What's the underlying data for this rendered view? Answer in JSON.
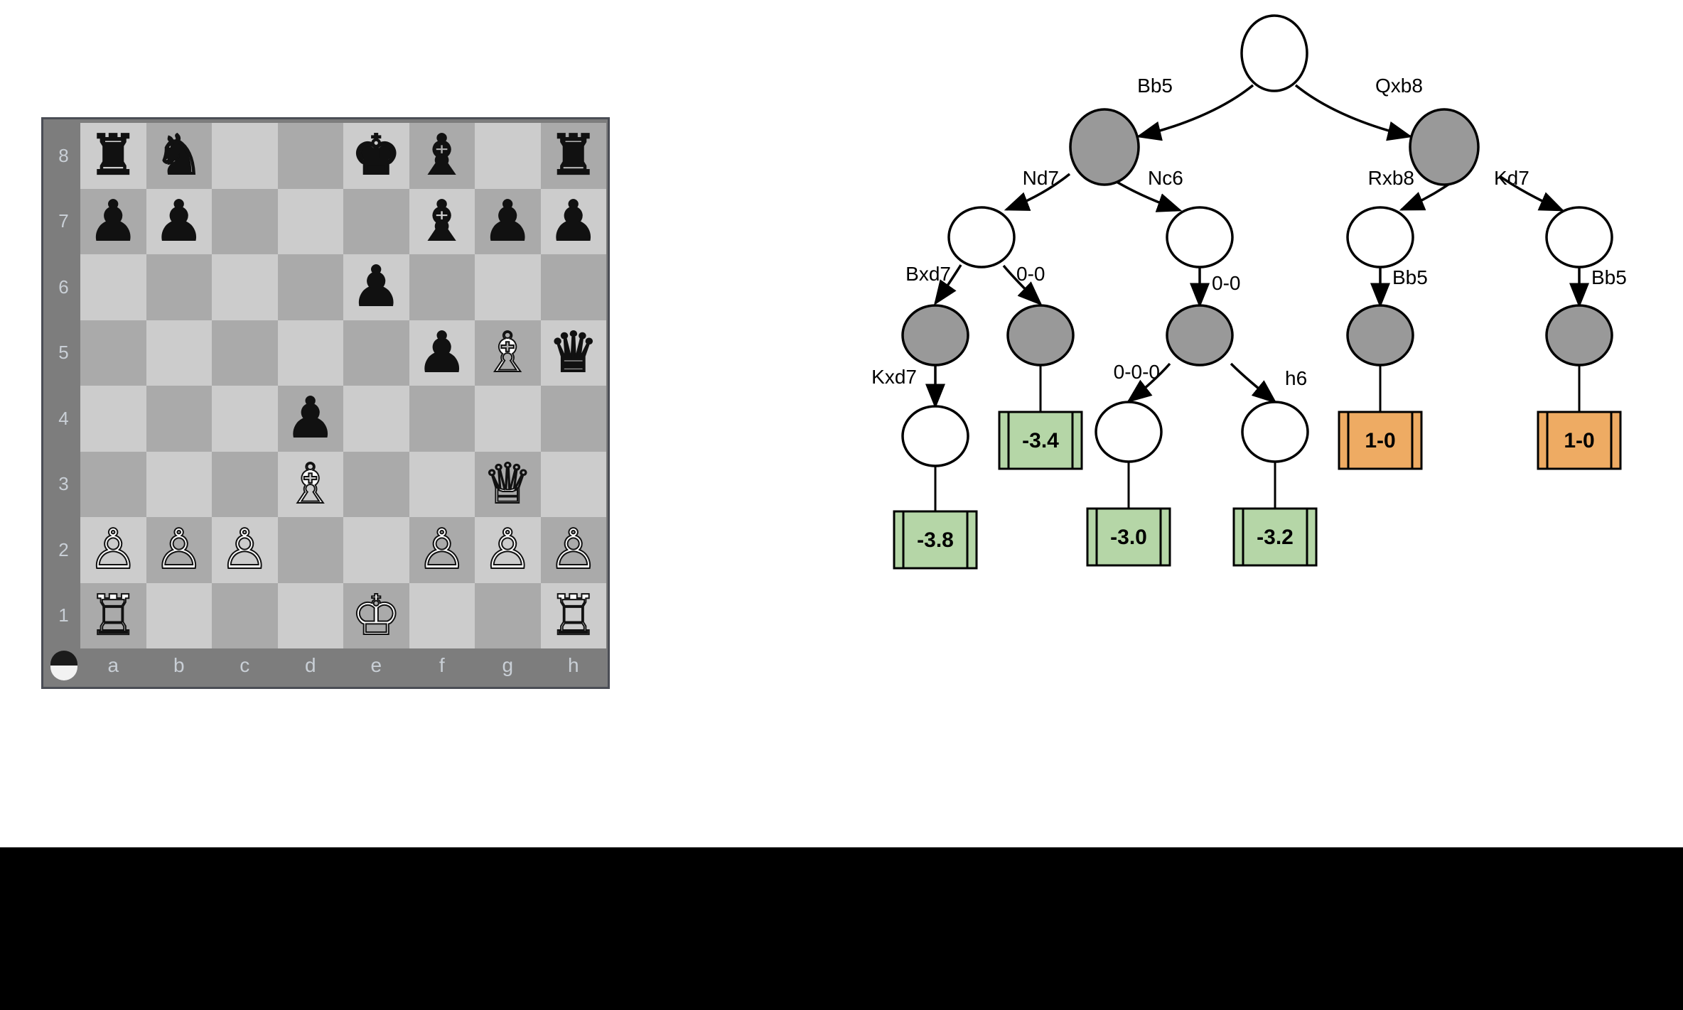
{
  "board": {
    "files": [
      "a",
      "b",
      "c",
      "d",
      "e",
      "f",
      "g",
      "h"
    ],
    "ranks": [
      "8",
      "7",
      "6",
      "5",
      "4",
      "3",
      "2",
      "1"
    ],
    "side_to_move": "black",
    "squares": [
      [
        "r",
        "n",
        "",
        "",
        "k",
        "b",
        "",
        "r"
      ],
      [
        "p",
        "p",
        "",
        "",
        "",
        "b",
        "p",
        "p"
      ],
      [
        "",
        "",
        "",
        "",
        "p",
        "",
        "",
        ""
      ],
      [
        "",
        "",
        "",
        "",
        "",
        "p",
        "B",
        "q"
      ],
      [
        "",
        "",
        "",
        "p",
        "",
        "",
        "",
        ""
      ],
      [
        "",
        "",
        "",
        "B",
        "",
        "",
        "Q",
        ""
      ],
      [
        "P",
        "P",
        "P",
        "",
        "",
        "P",
        "P",
        "P"
      ],
      [
        "R",
        "",
        "",
        "",
        "K",
        "",
        "",
        "R"
      ]
    ],
    "glyphs": {
      "K": "♔",
      "Q": "♕",
      "R": "♖",
      "B": "♗",
      "N": "♘",
      "P": "♙",
      "k": "♚",
      "q": "♛",
      "r": "♜",
      "b": "♝",
      "n": "♞",
      "p": "♟"
    }
  },
  "tree": {
    "colors": {
      "white_node": "#ffffff",
      "gray_node": "#999999",
      "green_leaf": "#b5d6a7",
      "orange_leaf": "#eeab63",
      "stroke": "#000000"
    },
    "nodes": {
      "root": "",
      "n_bb5": "",
      "n_qxb8": "",
      "n_nd7": "",
      "n_nc6": "",
      "n_rxb8": "",
      "n_kd7": "",
      "n_bxd7": "",
      "n_00_left": "",
      "n_00_mid": "",
      "n_bb5_r1": "",
      "n_bb5_r2": "",
      "n_kxd7": "",
      "n_000": "",
      "n_h6": ""
    },
    "edge_labels": {
      "bb5": "Bb5",
      "qxb8": "Qxb8",
      "nd7": "Nd7",
      "nc6": "Nc6",
      "rxb8": "Rxb8",
      "kd7": "Kd7",
      "bxd7": "Bxd7",
      "castle_left": "0-0",
      "castle_mid": "0-0",
      "bb5_r1": "Bb5",
      "bb5_r2": "Bb5",
      "kxd7": "Kxd7",
      "castle_long": "0-0-0",
      "h6": "h6"
    },
    "leaves": {
      "v_38": "-3.8",
      "v_34": "-3.4",
      "v_30": "-3.0",
      "v_32": "-3.2",
      "res_1": "1-0",
      "res_2": "1-0"
    }
  }
}
